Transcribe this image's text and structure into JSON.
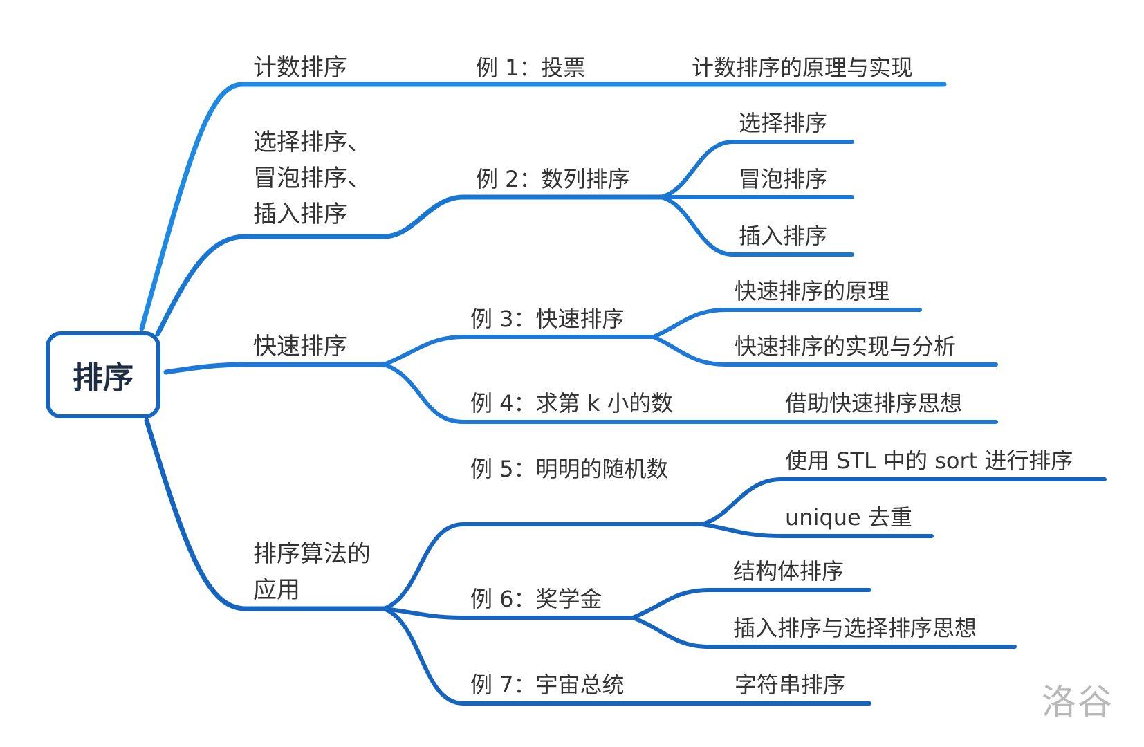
{
  "root": {
    "label": "排序"
  },
  "colors": {
    "root_border": "#1565c0",
    "branch_1": "#1e88e5",
    "branch_2": "#1976d2",
    "branch_3": "#1e78d8",
    "branch_4": "#1565c0",
    "text": "#333333"
  },
  "branches": [
    {
      "label": "计数排序",
      "children": [
        {
          "label": "例 1：投票",
          "children": [
            {
              "label": "计数排序的原理与实现"
            }
          ]
        }
      ]
    },
    {
      "label": "选择排序、冒泡排序、插入排序",
      "children": [
        {
          "label": "例 2：数列排序",
          "children": [
            {
              "label": "选择排序"
            },
            {
              "label": "冒泡排序"
            },
            {
              "label": "插入排序"
            }
          ]
        }
      ]
    },
    {
      "label": "快速排序",
      "children": [
        {
          "label": "例 3：快速排序",
          "children": [
            {
              "label": "快速排序的原理"
            },
            {
              "label": "快速排序的实现与分析"
            }
          ]
        },
        {
          "label": "例 4：求第 k 小的数",
          "children": [
            {
              "label": "借助快速排序思想"
            }
          ]
        }
      ]
    },
    {
      "label": "排序算法的应用",
      "children": [
        {
          "label": "例 5：明明的随机数",
          "children": [
            {
              "label": "使用 STL 中的 sort 进行排序"
            },
            {
              "label": "unique 去重"
            }
          ]
        },
        {
          "label": "例 6：奖学金",
          "children": [
            {
              "label": "结构体排序"
            },
            {
              "label": "插入排序与选择排序思想"
            }
          ]
        },
        {
          "label": "例 7：宇宙总统",
          "children": [
            {
              "label": "字符串排序"
            }
          ]
        }
      ]
    }
  ],
  "watermark": "洛谷"
}
